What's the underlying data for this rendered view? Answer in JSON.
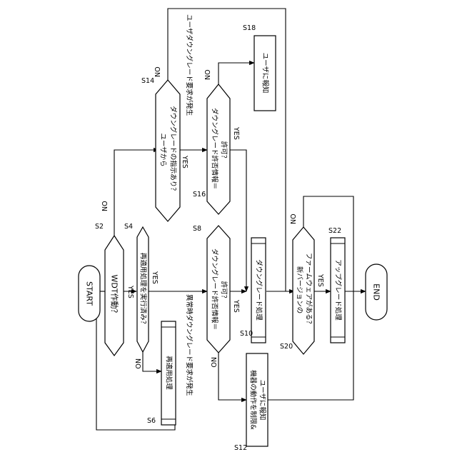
{
  "start": "START",
  "end": "END",
  "steps": {
    "s2": {
      "tag": "S2",
      "text": "WDT作動？"
    },
    "s4": {
      "tag": "S4",
      "text": "再適用処理を実行済み？"
    },
    "s6": {
      "tag": "S6",
      "text": "再適用処理"
    },
    "s8": {
      "tag": "S8",
      "lines": [
        "ダウングレード許否情報＝",
        "許可？"
      ]
    },
    "s10": {
      "tag": "S10",
      "text": "ダウングレード処理"
    },
    "s12": {
      "tag": "S12",
      "lines": [
        "機器の動作を制限&",
        "ユーザに報知"
      ]
    },
    "s14": {
      "tag": "S14",
      "lines": [
        "ユーザから",
        "ダウングレードの指示あり？"
      ]
    },
    "s16": {
      "tag": "S16",
      "lines": [
        "ダウングレード許否情報＝",
        "許可？"
      ]
    },
    "s18": {
      "tag": "S18",
      "text": "ユーザに報知"
    },
    "s20": {
      "tag": "S20",
      "lines": [
        "新バージョンの",
        "ファームウェアがある？"
      ]
    },
    "s22": {
      "tag": "S22",
      "text": "アップグレード処理"
    }
  },
  "branch": {
    "yes": "YES",
    "no": "NO"
  },
  "notes": {
    "abnormal": "異常時ダウングレード要求が発生",
    "user": "ユーザダウングレード要求が発生"
  }
}
